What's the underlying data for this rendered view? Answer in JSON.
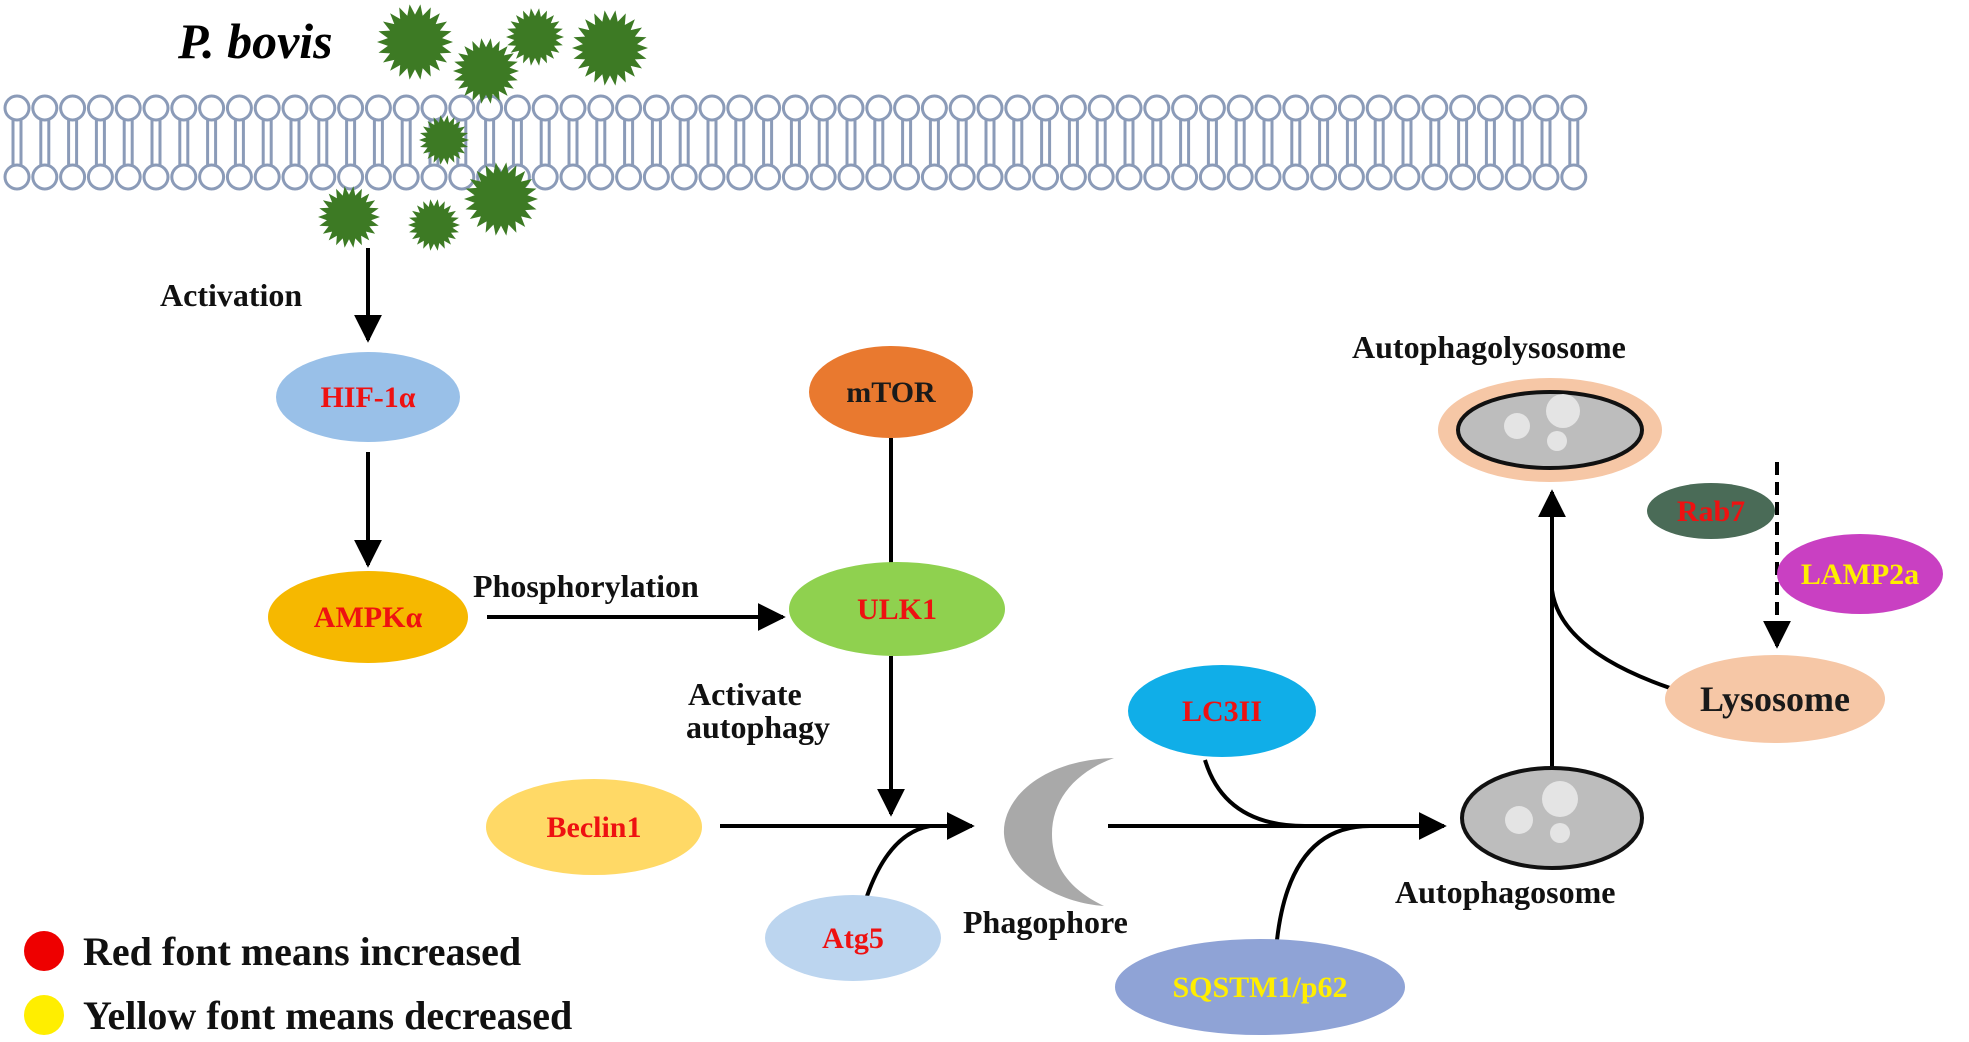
{
  "title": "P. bovis",
  "colors": {
    "increased": "#ee1111",
    "decreased": "#ffee00",
    "neutral": "#1a1a1a",
    "membrane": "#8b9bb8",
    "pathogen": "#3d7a24"
  },
  "nodes": {
    "hif1a": {
      "label": "HIF-1α",
      "fill": "#99c0e8",
      "font": "increased"
    },
    "ampka": {
      "label": "AMPKα",
      "fill": "#f6b800",
      "font": "increased"
    },
    "mtor": {
      "label": "mTOR",
      "fill": "#e9792f",
      "font": "neutral"
    },
    "ulk1": {
      "label": "ULK1",
      "fill": "#8fd14f",
      "font": "increased"
    },
    "beclin1": {
      "label": "Beclin1",
      "fill": "#ffd966",
      "font": "increased"
    },
    "atg5": {
      "label": "Atg5",
      "fill": "#bcd5ef",
      "font": "increased"
    },
    "lc3ii": {
      "label": "LC3II",
      "fill": "#10aee8",
      "font": "increased"
    },
    "sqstm1": {
      "label": "SQSTM1/p62",
      "fill": "#8fa3d6",
      "font": "decreased"
    },
    "rab7": {
      "label": "Rab7",
      "fill": "#4a6b57",
      "font": "increased"
    },
    "lamp2a": {
      "label": "LAMP2a",
      "fill": "#c940c2",
      "font": "decreased"
    },
    "lysosome": {
      "label": "Lysosome",
      "fill": "#f6c7a6",
      "font": "neutral"
    }
  },
  "labels": {
    "activation": "Activation",
    "phosphorylation": "Phosphorylation",
    "activate_line1": "Activate",
    "activate_line2": "autophagy",
    "phagophore": "Phagophore",
    "autophagosome": "Autophagosome",
    "autophagolysosome": "Autophagolysosome"
  },
  "legend": [
    {
      "dot_color": "#ee0000",
      "text": "Red font means increased"
    },
    {
      "dot_color": "#ffee00",
      "text": "Yellow font means decreased"
    }
  ]
}
